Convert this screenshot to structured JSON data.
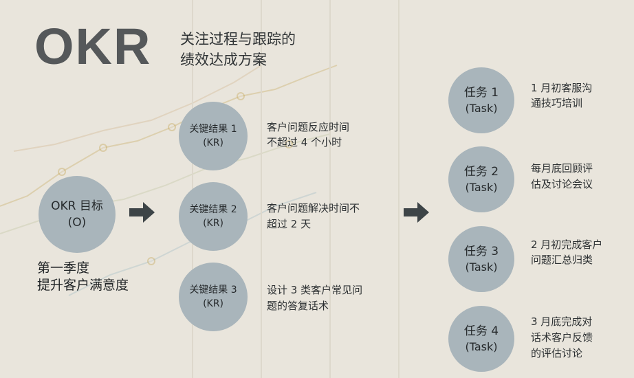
{
  "title": "OKR",
  "subtitle": [
    "关注过程与跟踪的",
    "绩效达成方案"
  ],
  "objective": {
    "label": "OKR 目标",
    "code": "(O)",
    "desc": [
      "第一季度",
      "提升客户满意度"
    ]
  },
  "key_results": [
    {
      "label": "关键结果 1",
      "code": "(KR)",
      "desc": [
        "客户问题反应时间",
        "不超过 4 个小时"
      ]
    },
    {
      "label": "关键结果 2",
      "code": "(KR)",
      "desc": [
        "客户问题解决时间不",
        "超过 2 天"
      ]
    },
    {
      "label": "关键结果 3",
      "code": "(KR)",
      "desc": [
        "设计 3 类客户常见问",
        "题的答复话术"
      ]
    }
  ],
  "tasks": [
    {
      "label": "任务 1",
      "code": "(Task)",
      "desc": [
        "1 月初客服沟",
        "通技巧培训"
      ]
    },
    {
      "label": "任务 2",
      "code": "(Task)",
      "desc": [
        "每月底回顾评",
        "估及讨论会议"
      ]
    },
    {
      "label": "任务 3",
      "code": "(Task)",
      "desc": [
        "2 月初完成客户",
        "问题汇总归类"
      ]
    },
    {
      "label": "任务 4",
      "code": "(Task)",
      "desc": [
        "3 月底完成对",
        "话术客户反馈",
        "的评估讨论"
      ]
    }
  ],
  "colors": {
    "background": "#e9e5dc",
    "circle": "#a9b5bb",
    "arrow": "#3d4447",
    "title": "#55585a"
  },
  "icons": [
    "right-arrow-icon",
    "right-arrow-icon"
  ]
}
